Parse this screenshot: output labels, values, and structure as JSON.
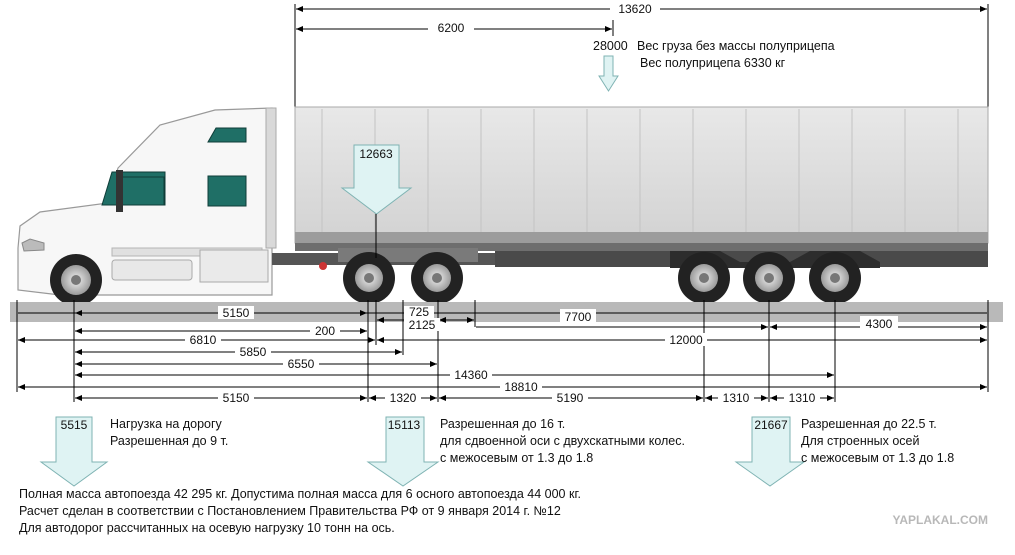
{
  "top": {
    "overall_length": "13620",
    "kingpin_distance": "6200",
    "cargo_weight_value": "28000",
    "cargo_weight_label": "Вес груза без массы полуприцепа",
    "trailer_weight_label": "Вес полуприцепа 6330 кг"
  },
  "loads": {
    "kingpin_load": "12663",
    "front_axle": {
      "value": "5515",
      "line1": "Нагрузка на дорогу",
      "line2": "Разрешенная до 9 т."
    },
    "tandem_axle": {
      "value": "15113",
      "line1": "Разрешенная до 16 т.",
      "line2": "для сдвоенной оси с двухскатными колес.",
      "line3": "с межосевым от 1.3 до 1.8"
    },
    "triple_axle": {
      "value": "21667",
      "line1": "Разрешенная до 22.5 т.",
      "line2": "Для строенных осей",
      "line3": "с межосевым от 1.3 до 1.8"
    }
  },
  "dimensions": {
    "d5150_top": "5150",
    "d725": "725",
    "d7700": "7700",
    "d4300": "4300",
    "d200": "200",
    "d2125": "2125",
    "d6810": "6810",
    "d12000": "12000",
    "d5850": "5850",
    "d6550": "6550",
    "d14360": "14360",
    "d18810": "18810",
    "d5150_bottom": "5150",
    "d1320": "1320",
    "d5190": "5190",
    "d1310_a": "1310",
    "d1310_b": "1310"
  },
  "footer": {
    "line1": "Полная масса автопоезда 42 295 кг.  Допустима полная масса для 6 осного автопоезда 44 000 кг.",
    "line2": "Расчет сделан в соответствии с Постановлением Правительства РФ от 9 января 2014 г. №12",
    "line3": "Для автодорог рассчитанных на осевую нагрузку 10 тонн на ось."
  },
  "watermark": "YAPLAKAL.COM",
  "colors": {
    "arrow_fill": "#dff3f3",
    "trailer_body": "#dedede",
    "cab_window": "#1f6f66"
  }
}
